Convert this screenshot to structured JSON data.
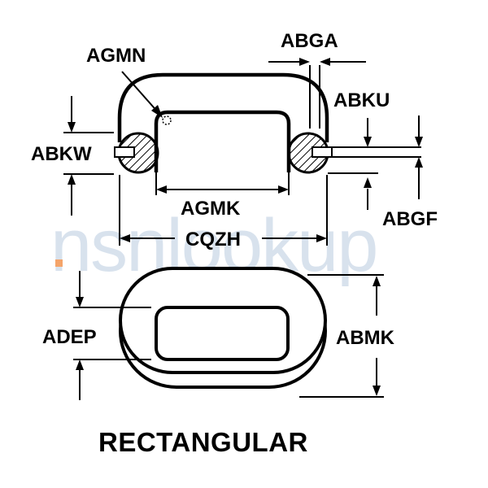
{
  "diagram": {
    "caption": "RECTANGULAR",
    "watermark": {
      "text": "nsnlookup",
      "text_color": "#b9cbe0",
      "dot_color": "#f4a46a"
    },
    "labels": {
      "agmn": "AGMN",
      "abga": "ABGA",
      "abku": "ABKU",
      "abkw": "ABKW",
      "agmk": "AGMK",
      "abgf": "ABGF",
      "cqzh": "CQZH",
      "adep": "ADEP",
      "abmk": "ABMK"
    }
  }
}
